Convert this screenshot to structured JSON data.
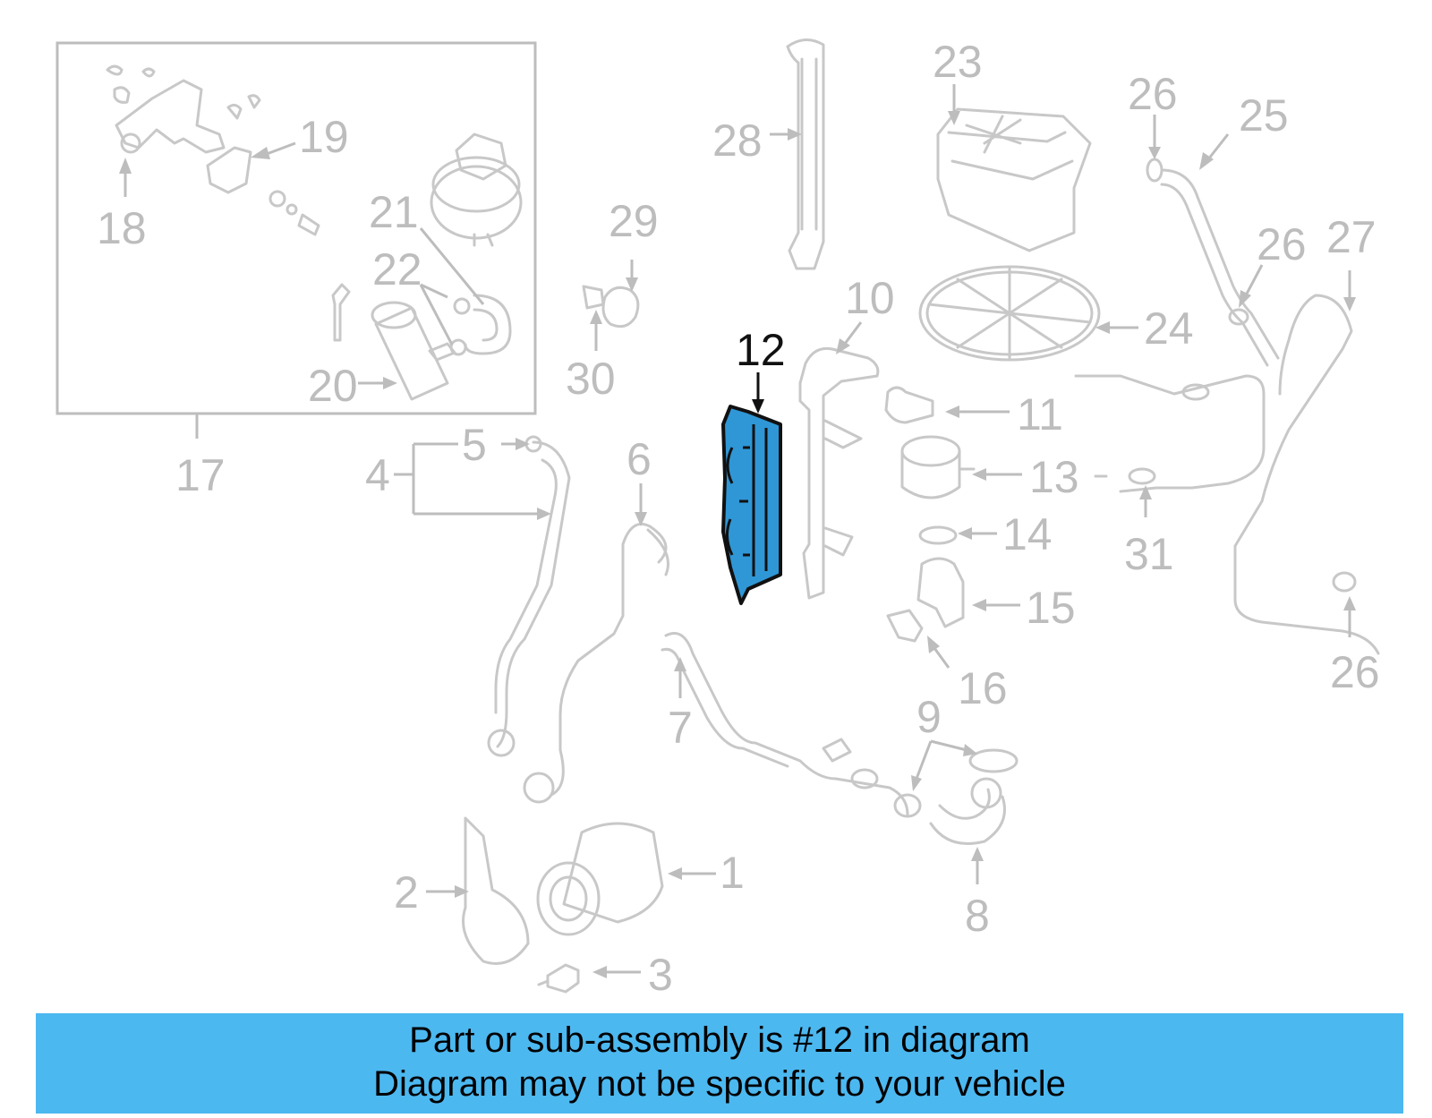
{
  "highlight_part": {
    "label": "12",
    "fill_color": "#2f97d6",
    "outline_color": "#111111"
  },
  "callouts": [
    "1",
    "2",
    "3",
    "4",
    "5",
    "6",
    "7",
    "8",
    "9",
    "10",
    "11",
    "13",
    "14",
    "15",
    "16",
    "17",
    "18",
    "19",
    "20",
    "21",
    "22",
    "23",
    "24",
    "25",
    "26",
    "26",
    "26",
    "27",
    "28",
    "29",
    "30",
    "31"
  ],
  "colors": {
    "banner": "#4cb8f0",
    "faded_parts": "#c8c8c8",
    "faded_labels": "#bdbdbd"
  },
  "banner": {
    "line1": "Part or sub-assembly is #12 in diagram",
    "line2": "Diagram may not be specific to your vehicle"
  }
}
